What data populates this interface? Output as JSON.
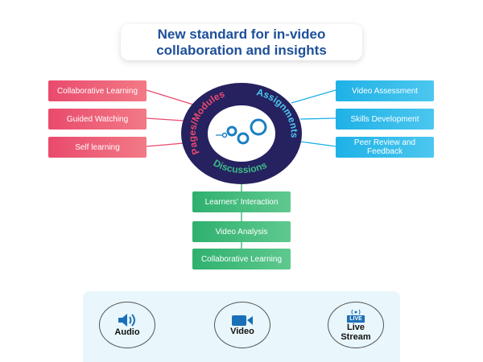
{
  "title": {
    "line1": "New standard for in-video",
    "line2": "collaboration and insights"
  },
  "left_items": [
    "Collaborative Learning",
    "Guided Watching",
    "Self learning"
  ],
  "right_items": [
    "Video Assessment",
    "Skills Development",
    "Peer Review and Feedback"
  ],
  "bottom_items": [
    "Learners' Interaction",
    "Video Analysis",
    "Collaborative Learning"
  ],
  "hub": {
    "top_left": "Pages/Modules",
    "top_right": "Assignments",
    "bottom": "Discussions"
  },
  "media": {
    "audio": "Audio",
    "video": "Video",
    "live_badge": "LIVE",
    "live1": "Live",
    "live2": "Stream"
  },
  "colors": {
    "pink": "#e94a6d",
    "blue": "#1fb1e6",
    "green": "#2fb06e",
    "navy": "#26215f",
    "title": "#1d4f9a"
  }
}
